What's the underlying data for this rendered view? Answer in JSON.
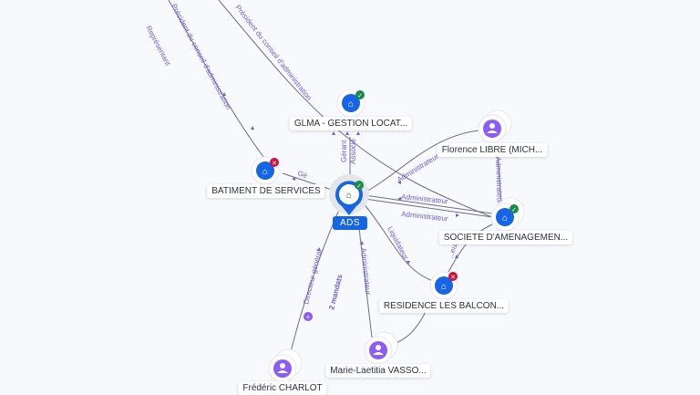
{
  "center": {
    "label": "ADS",
    "status": "active"
  },
  "nodes": [
    {
      "id": "glma",
      "label": "GLMA - GESTION LOCAT...",
      "type": "company",
      "status": "active"
    },
    {
      "id": "batiment",
      "label": "BATIMENT DE SERVICES",
      "type": "company",
      "status": "closed"
    },
    {
      "id": "florence",
      "label": "Florence LIBRE (MICH...",
      "type": "person"
    },
    {
      "id": "societe",
      "label": "SOCIETE D'AMENAGEMEN...",
      "type": "company",
      "status": "active"
    },
    {
      "id": "residence",
      "label": "RESIDENCE LES BALCON...",
      "type": "company",
      "status": "closed"
    },
    {
      "id": "marie",
      "label": "Marie-Laetitia VASSO...",
      "type": "person"
    },
    {
      "id": "frederic",
      "label": "Frédéric CHARLOT",
      "type": "person"
    }
  ],
  "edges": {
    "pres_rep": "Président du conseil d'administration",
    "rep": "Représentant",
    "pres2": "Président du conseil d'administration",
    "gerant": "Gérant",
    "associe": "Associé",
    "ge": "Gé",
    "admin_florence": "Administrateur",
    "admin1": "Administrateur",
    "admin2": "Administrateur",
    "admin_flo_soc": "Administrateur",
    "liquidateur": "Liquidateur",
    "soc_res": "...eur",
    "admin_marie": "Administrateur",
    "dg": "Directeur général",
    "mandats": "2 mandats"
  },
  "colors": {
    "company": "#1565e6",
    "person": "#8b5cf6",
    "active": "#1a8a4a",
    "closed": "#d0103a",
    "edge_label": "#6b5ce0"
  }
}
